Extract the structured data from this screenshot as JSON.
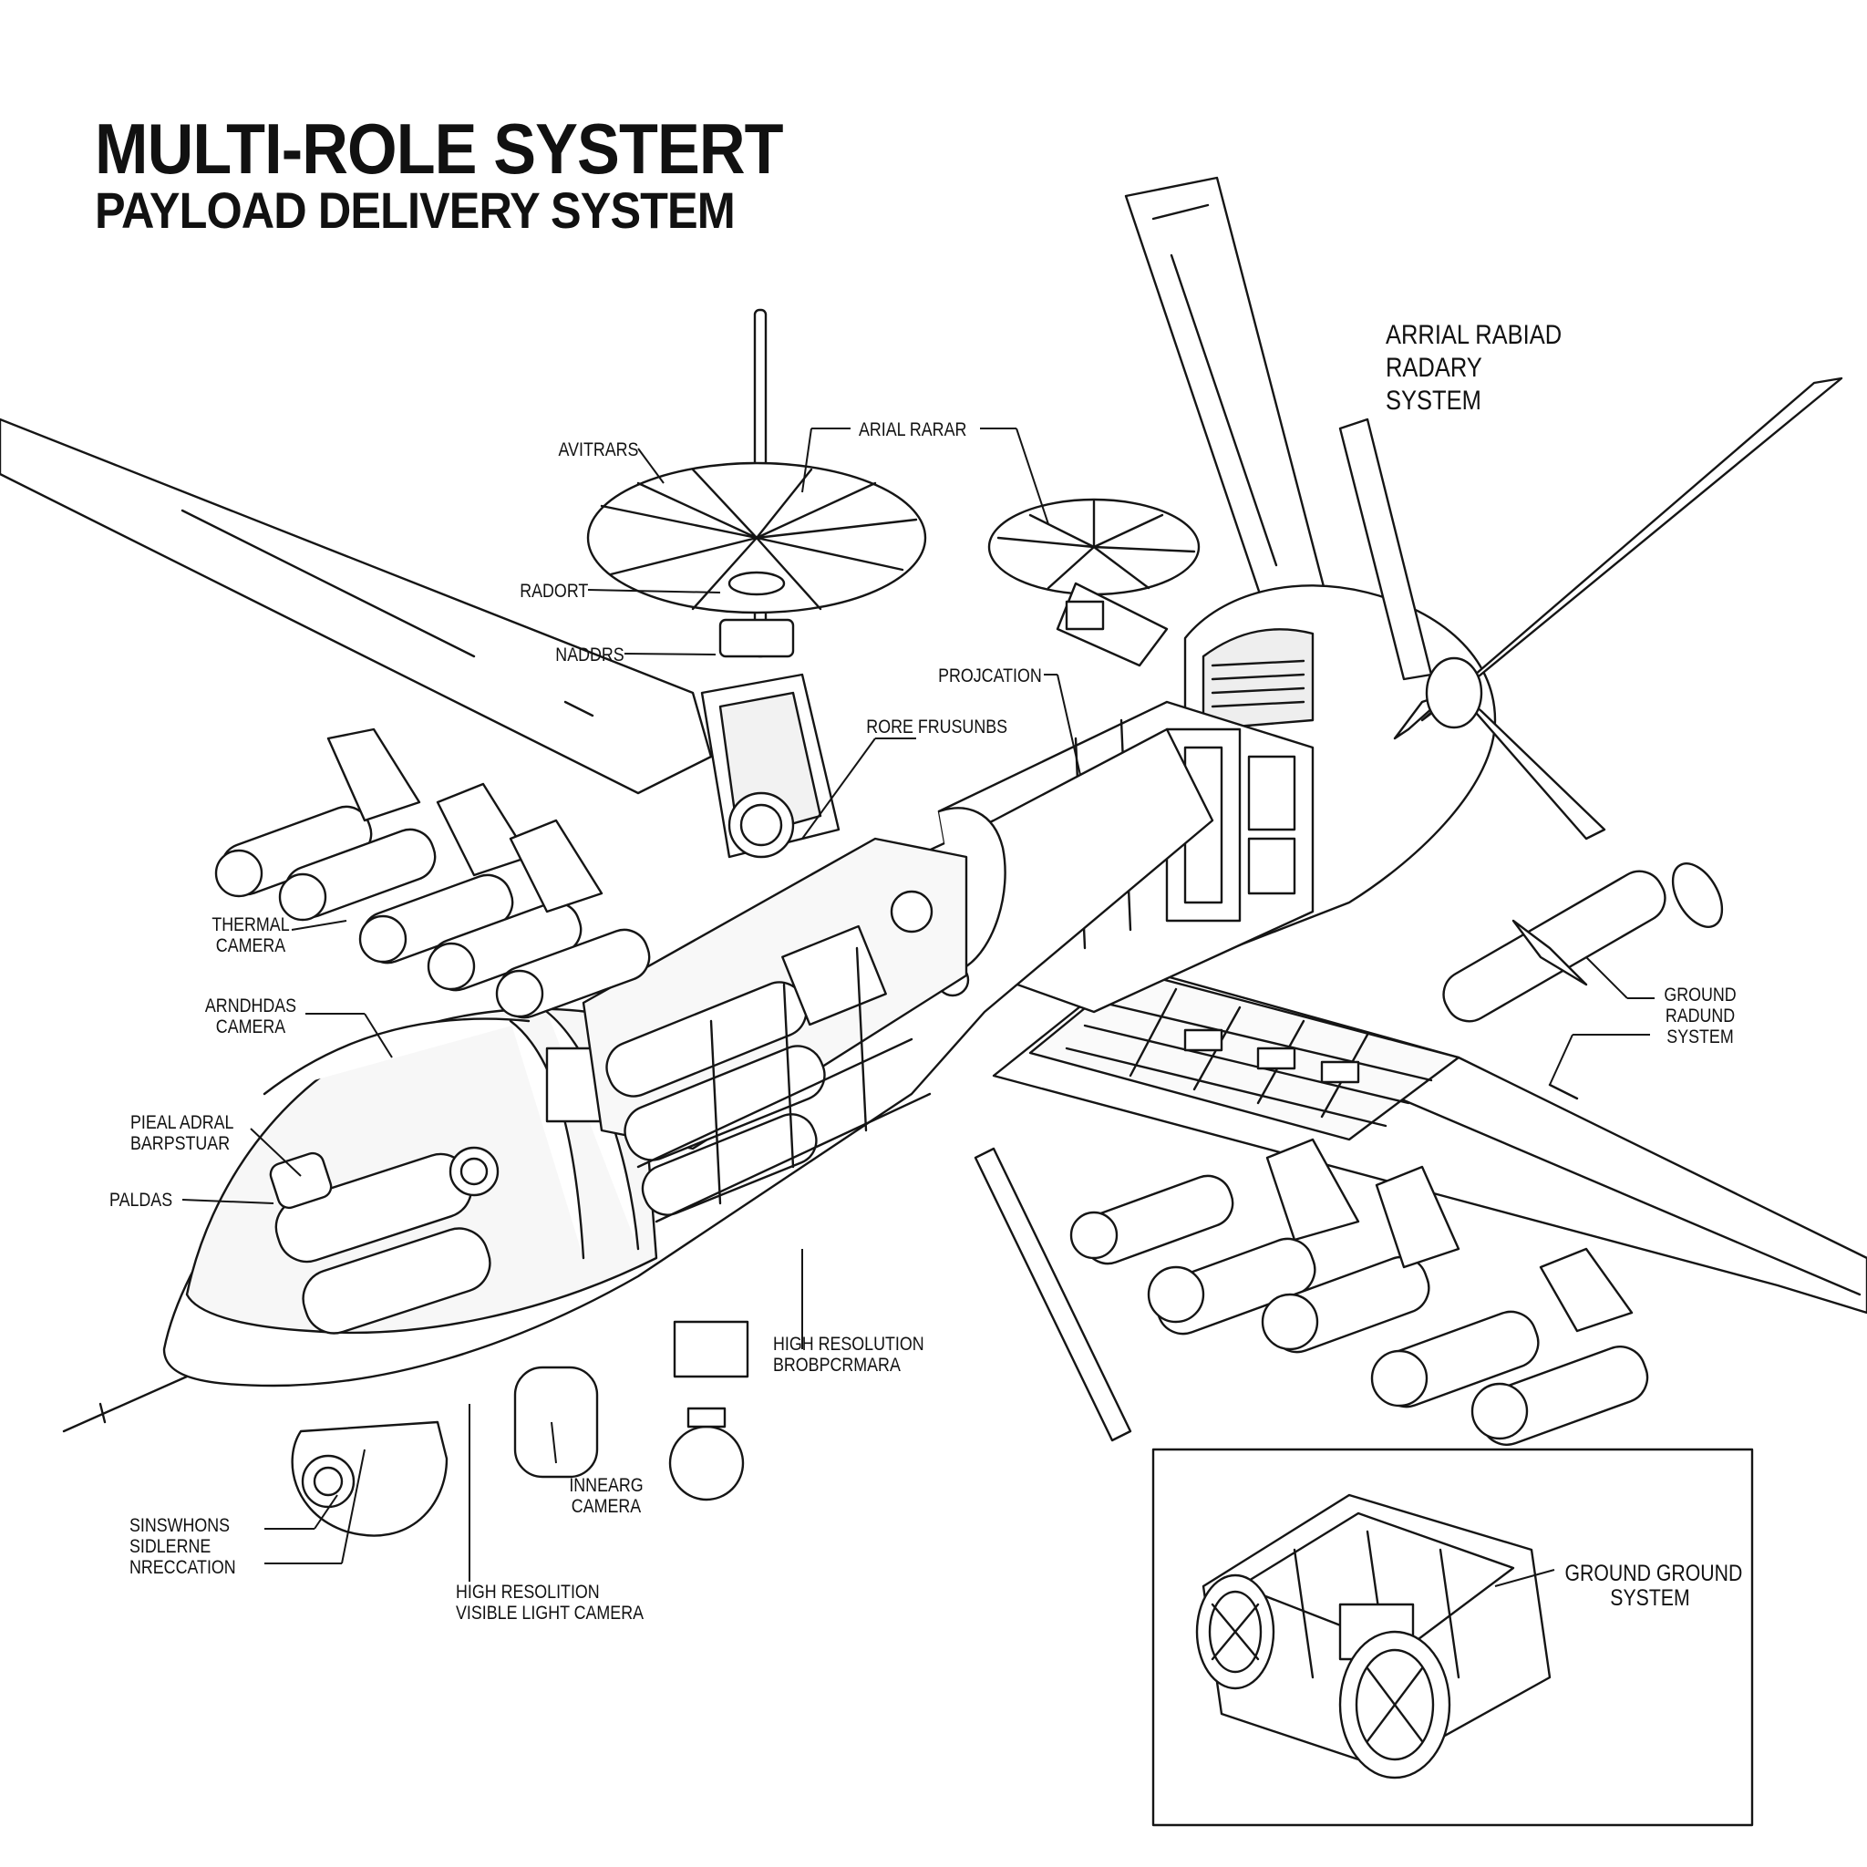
{
  "title": {
    "line1": "MULTI-ROLE SYSTERT",
    "line2": "PAYLOAD DELIVERY SYSTEM"
  },
  "labels": {
    "avitrars": "AVITRARS",
    "arial_rarar": "ARIAL RARAR",
    "arrial_rabiad": [
      "ARRIAL RABIAD",
      "RADARY",
      "SYSTEM"
    ],
    "radort": "RADORT",
    "naddrs": "NADDRS",
    "projcation": "PROJCATION",
    "rore_frusunbs": "RORE FRUSUNBS",
    "thermal_camera": [
      "THERMAL",
      "CAMERA"
    ],
    "arndhdas_camera": [
      "ARNDHDAS",
      "CAMERA"
    ],
    "pieal_adral": [
      "PIEAL ADRAL",
      "BARPSTUAR"
    ],
    "paldas": "PALDAS",
    "ground_radund": [
      "GROUND",
      "RADUND",
      "SYSTEM"
    ],
    "high_res_bropera": [
      "HIGH RESOLUTION",
      "BROBPCRMARA"
    ],
    "innearg_camera": [
      "INNEARG",
      "CAMERA"
    ],
    "sinswhons": [
      "SINSWHONS",
      "SIDLERNE",
      "NRECCATION"
    ],
    "high_res_visible": [
      "HIGH RESOLITION",
      "VISIBLE LIGHT CAMERA"
    ],
    "ground_ground": [
      "GROUND GROUND",
      "SYSTEM"
    ]
  }
}
